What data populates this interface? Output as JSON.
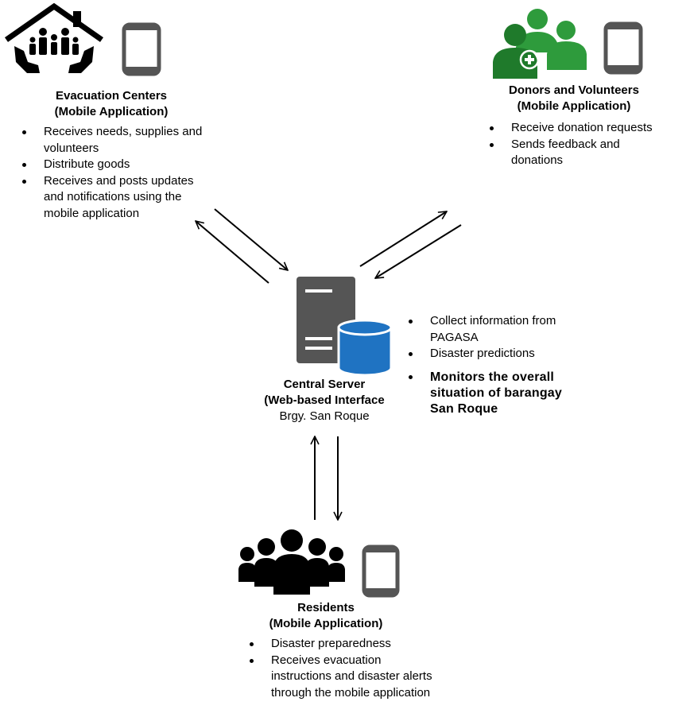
{
  "nodes": {
    "evacuation": {
      "title": "Evacuation Centers",
      "subtitle": "(Mobile Application)",
      "items": [
        "Receives needs, supplies and volunteers",
        "Distribute goods",
        "Receives and posts updates and notifications using the mobile application"
      ]
    },
    "donors": {
      "title": "Donors and Volunteers",
      "subtitle": "(Mobile Application)",
      "items": [
        "Receive donation requests",
        "Sends feedback and donations"
      ]
    },
    "server": {
      "title": "Central Server",
      "subtitle": "(Web-based Interface",
      "location": "Brgy. San Roque",
      "items": [
        "Collect information from PAGASA",
        "Disaster predictions"
      ],
      "highlight": "Monitors the overall situation of barangay San Roque"
    },
    "residents": {
      "title": "Residents",
      "subtitle": "(Mobile Application)",
      "items": [
        "Disaster preparedness",
        "Receives evacuation instructions and disaster alerts through the mobile application"
      ]
    }
  },
  "icons": {
    "evacuation": [
      "house-family-icon",
      "mobile-phone-icon"
    ],
    "donors": [
      "donor-group-icon",
      "mobile-phone-icon"
    ],
    "server": [
      "server-database-icon"
    ],
    "residents": [
      "people-group-icon",
      "mobile-phone-icon"
    ]
  },
  "colors": {
    "donor_green_dark": "#1f7a2b",
    "donor_green_light": "#2e9b3c",
    "server_gray": "#555555",
    "database_blue": "#1f73c2",
    "phone_gray": "#555555"
  }
}
